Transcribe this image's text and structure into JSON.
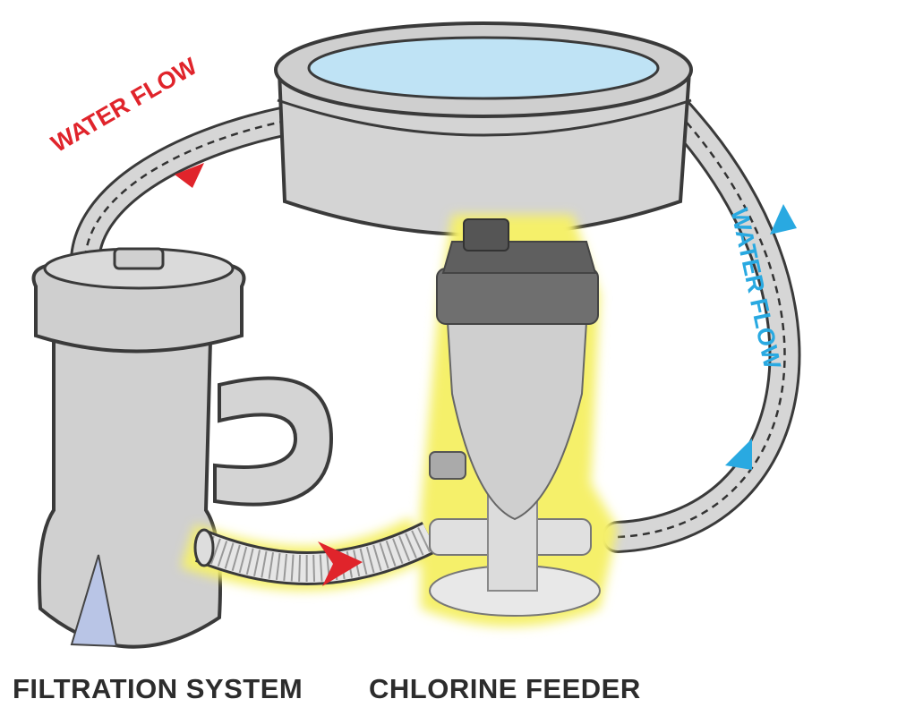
{
  "labels": {
    "water_flow_left": "WATER FLOW",
    "water_flow_right": "WATER FLOW",
    "filtration_system": "FILTRATION SYSTEM",
    "chlorine_feeder": "CHLORINE FEEDER"
  },
  "colors": {
    "flow_red": "#e0242b",
    "flow_blue": "#29a9e1",
    "highlight_glow": "#f5f06a",
    "body_gray": "#d4d4d4",
    "outline": "#3a3a3a",
    "water": "#bfe3f5"
  }
}
